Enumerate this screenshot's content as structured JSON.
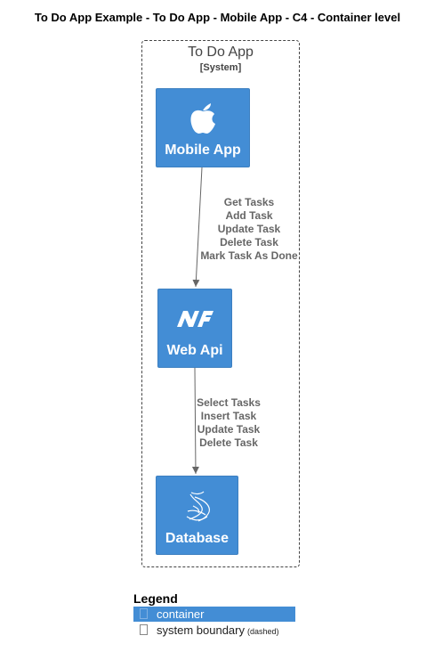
{
  "title": "To Do App Example - To Do App - Mobile App - C4 - Container level",
  "boundary": {
    "name": "To Do App",
    "type": "[System]"
  },
  "containers": [
    {
      "id": "mobile",
      "label": "Mobile App",
      "icon": "apple-icon"
    },
    {
      "id": "webapi",
      "label": "Web Api",
      "icon": "dotnet-icon"
    },
    {
      "id": "database",
      "label": "Database",
      "icon": "sql-server-icon"
    }
  ],
  "edges": [
    {
      "from": "Mobile App",
      "to": "Web Api",
      "labels": [
        "Get Tasks",
        "Add Task",
        "Update Task",
        "Delete Task",
        "Mark Task As Done"
      ]
    },
    {
      "from": "Web Api",
      "to": "Database",
      "labels": [
        "Select Tasks",
        "Insert Task",
        "Update Task",
        "Delete Task"
      ]
    }
  ],
  "legend": {
    "title": "Legend",
    "items": [
      {
        "label": "container",
        "note": ""
      },
      {
        "label": "system boundary",
        "note": "(dashed)"
      }
    ]
  },
  "colors": {
    "container": "#438dd5",
    "arrow": "#666666",
    "boundary": "#444444"
  }
}
